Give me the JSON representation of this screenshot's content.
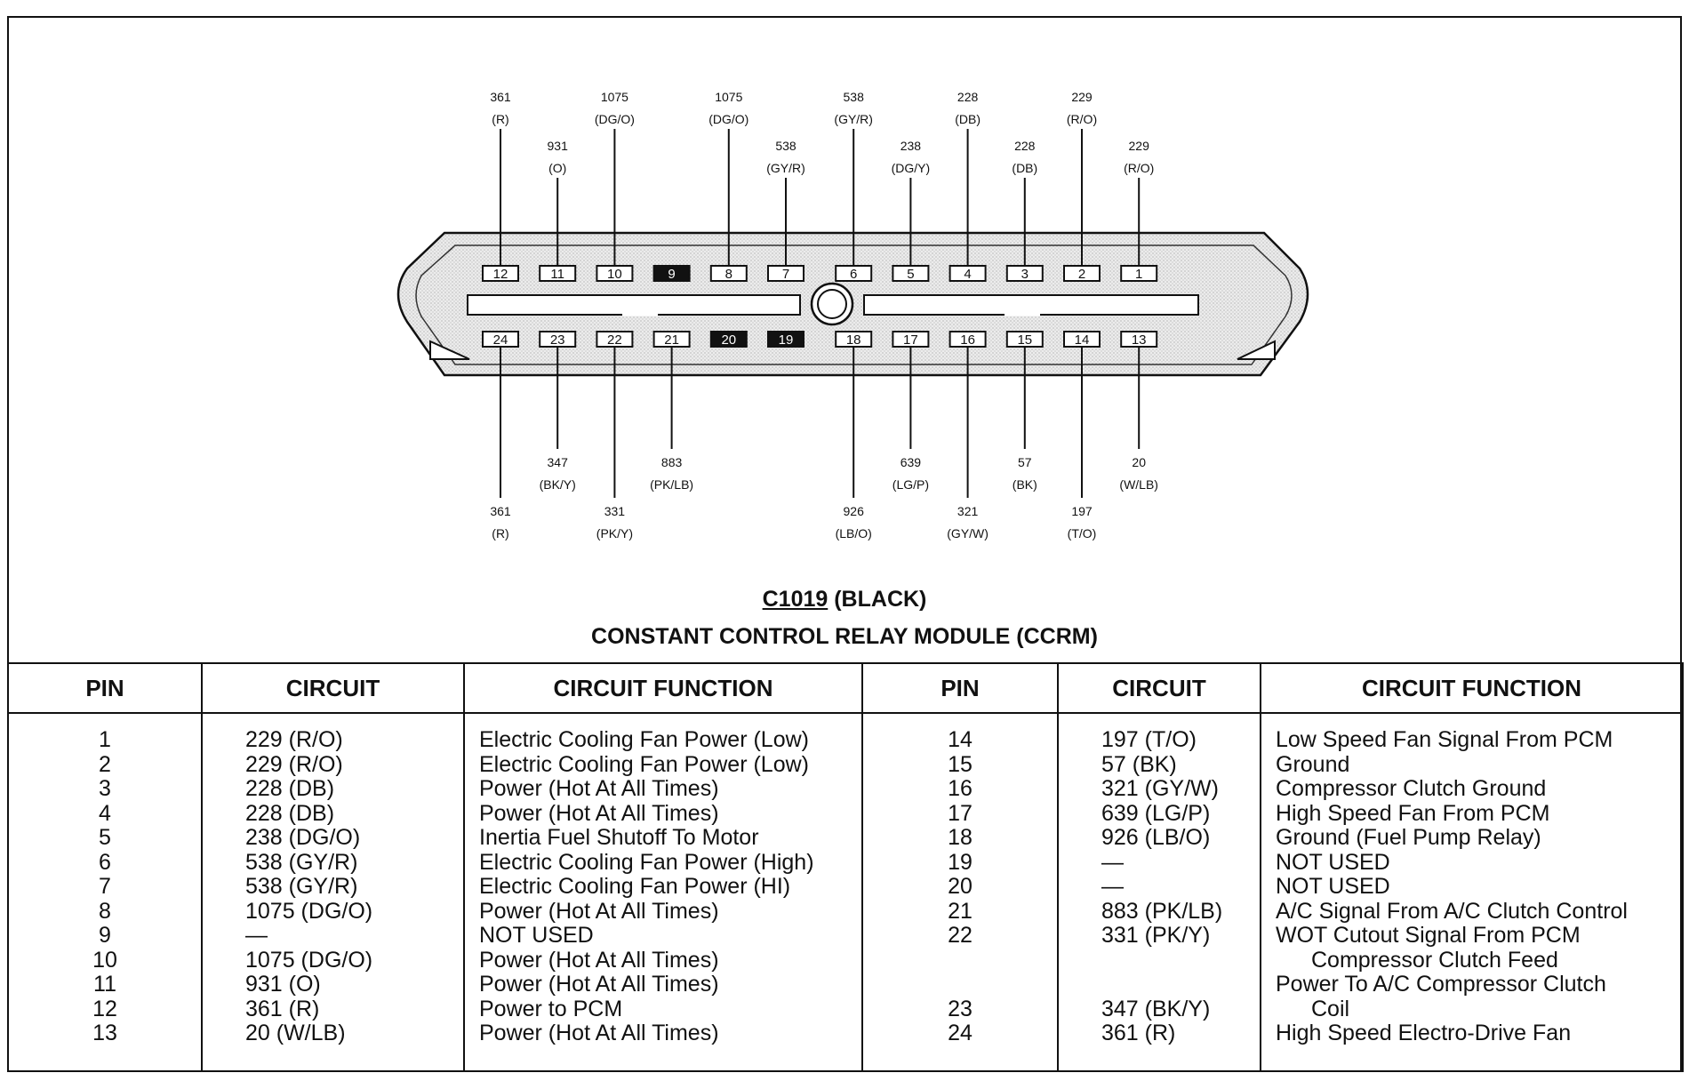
{
  "connector": {
    "id": "C1019",
    "color": "(BLACK)",
    "module": "CONSTANT CONTROL RELAY MODULE (CCRM)"
  },
  "pins_top": [
    {
      "pin": "12",
      "circuit": "361",
      "color": "(R)"
    },
    {
      "pin": "11",
      "circuit": "931",
      "color": "(O)"
    },
    {
      "pin": "10",
      "circuit": "1075",
      "color": "(DG/O)"
    },
    {
      "pin": "9",
      "circuit": "",
      "color": ""
    },
    {
      "pin": "8",
      "circuit": "1075",
      "color": "(DG/O)"
    },
    {
      "pin": "7",
      "circuit": "538",
      "color": "(GY/R)"
    },
    {
      "pin": "6",
      "circuit": "538",
      "color": "(GY/R)"
    },
    {
      "pin": "5",
      "circuit": "238",
      "color": "(DG/Y)"
    },
    {
      "pin": "4",
      "circuit": "228",
      "color": "(DB)"
    },
    {
      "pin": "3",
      "circuit": "228",
      "color": "(DB)"
    },
    {
      "pin": "2",
      "circuit": "229",
      "color": "(R/O)"
    },
    {
      "pin": "1",
      "circuit": "229",
      "color": "(R/O)"
    }
  ],
  "pins_bottom": [
    {
      "pin": "24",
      "circuit": "361",
      "color": "(R)"
    },
    {
      "pin": "23",
      "circuit": "347",
      "color": "(BK/Y)"
    },
    {
      "pin": "22",
      "circuit": "331",
      "color": "(PK/Y)"
    },
    {
      "pin": "21",
      "circuit": "883",
      "color": "(PK/LB)"
    },
    {
      "pin": "20",
      "circuit": "",
      "color": ""
    },
    {
      "pin": "19",
      "circuit": "",
      "color": ""
    },
    {
      "pin": "18",
      "circuit": "926",
      "color": "(LB/O)"
    },
    {
      "pin": "17",
      "circuit": "639",
      "color": "(LG/P)"
    },
    {
      "pin": "16",
      "circuit": "321",
      "color": "(GY/W)"
    },
    {
      "pin": "15",
      "circuit": "57",
      "color": "(BK)"
    },
    {
      "pin": "14",
      "circuit": "197",
      "color": "(T/O)"
    },
    {
      "pin": "13",
      "circuit": "20",
      "color": "(W/LB)"
    }
  ],
  "table": {
    "headers": [
      "PIN",
      "CIRCUIT",
      "CIRCUIT FUNCTION",
      "PIN",
      "CIRCUIT",
      "CIRCUIT FUNCTION"
    ],
    "left": [
      {
        "pin": "1",
        "circuit": "229 (R/O)",
        "function": "Electric Cooling Fan Power (Low)"
      },
      {
        "pin": "2",
        "circuit": "229 (R/O)",
        "function": "Electric Cooling Fan Power (Low)"
      },
      {
        "pin": "3",
        "circuit": "228 (DB)",
        "function": "Power (Hot At All Times)"
      },
      {
        "pin": "4",
        "circuit": "228 (DB)",
        "function": "Power (Hot At All Times)"
      },
      {
        "pin": "5",
        "circuit": "238 (DG/O)",
        "function": "Inertia Fuel Shutoff To Motor"
      },
      {
        "pin": "6",
        "circuit": "538 (GY/R)",
        "function": "Electric Cooling Fan Power (High)"
      },
      {
        "pin": "7",
        "circuit": "538 (GY/R)",
        "function": "Electric Cooling Fan Power (HI)"
      },
      {
        "pin": "8",
        "circuit": "1075 (DG/O)",
        "function": "Power (Hot At All Times)"
      },
      {
        "pin": "9",
        "circuit": "—",
        "function": "NOT USED"
      },
      {
        "pin": "10",
        "circuit": "1075 (DG/O)",
        "function": "Power (Hot At All Times)"
      },
      {
        "pin": "11",
        "circuit": "931 (O)",
        "function": "Power (Hot At All Times)"
      },
      {
        "pin": "12",
        "circuit": "361 (R)",
        "function": "Power to PCM"
      },
      {
        "pin": "13",
        "circuit": "20 (W/LB)",
        "function": "Power (Hot At All Times)"
      }
    ],
    "right": [
      {
        "pin": "14",
        "circuit": "197 (T/O)",
        "function": "Low Speed Fan Signal From PCM"
      },
      {
        "pin": "15",
        "circuit": "57 (BK)",
        "function": "Ground"
      },
      {
        "pin": "16",
        "circuit": "321 (GY/W)",
        "function": "Compressor Clutch Ground"
      },
      {
        "pin": "17",
        "circuit": "639 (LG/P)",
        "function": "High Speed Fan From PCM"
      },
      {
        "pin": "18",
        "circuit": "926 (LB/O)",
        "function": "Ground (Fuel Pump Relay)"
      },
      {
        "pin": "19",
        "circuit": "—",
        "function": "NOT USED"
      },
      {
        "pin": "20",
        "circuit": "—",
        "function": "NOT USED"
      },
      {
        "pin": "21",
        "circuit": "883 (PK/LB)",
        "function": "A/C Signal From A/C Clutch Control"
      },
      {
        "pin": "22",
        "circuit": "331 (PK/Y)",
        "function": "WOT Cutout Signal From PCM",
        "function_cont": "Compressor Clutch Feed"
      },
      {
        "pin": "23",
        "circuit": "347 (BK/Y)",
        "function": "Power To A/C Compressor Clutch",
        "function_cont": "Coil"
      },
      {
        "pin": "24",
        "circuit": "361 (R)",
        "function": "High Speed Electro-Drive Fan"
      }
    ]
  },
  "colors": {
    "ink": "#111111",
    "housing_fill": "#e6e6e6",
    "unused_pin": "#111111"
  }
}
